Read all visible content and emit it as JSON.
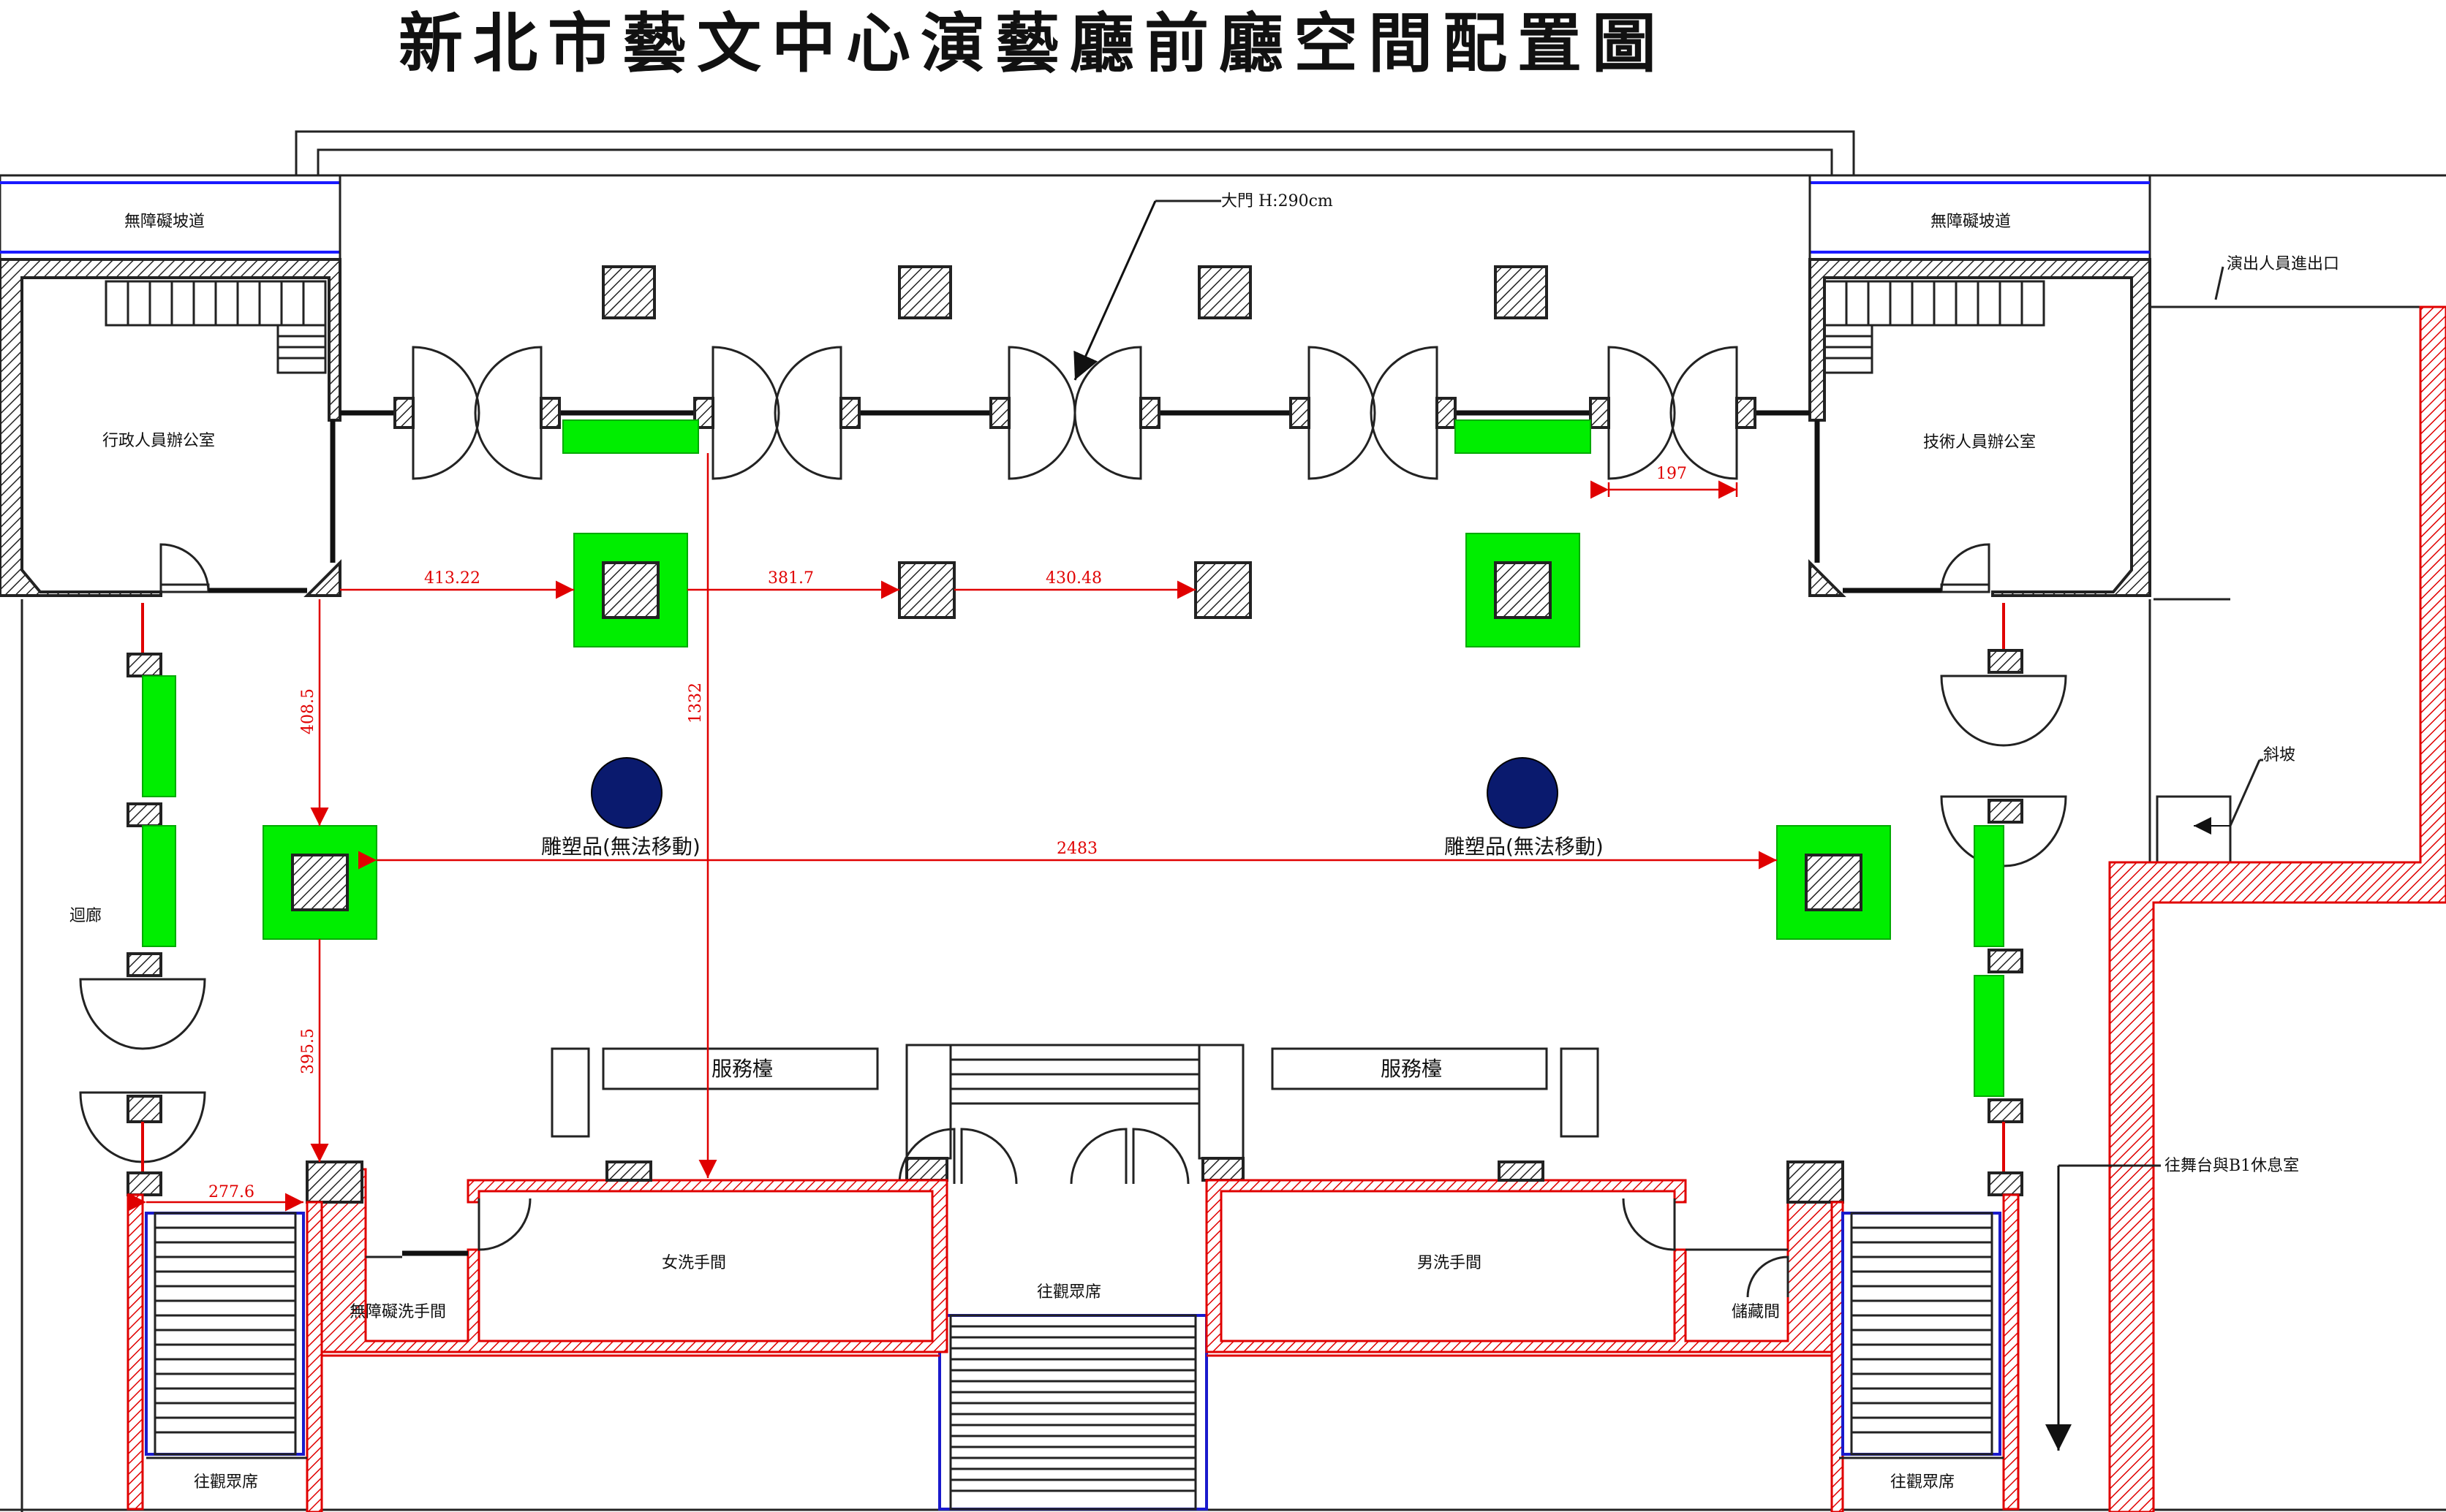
{
  "title": "新北市藝文中心演藝廳前廳空間配置圖",
  "labels": {
    "ramp_left": "無障礙坡道",
    "ramp_right": "無障礙坡道",
    "performer_exit": "演出人員進出口",
    "main_door": "大門 H:290cm",
    "admin_office": "行政人員辦公室",
    "tech_office": "技術人員辦公室",
    "corridor": "迴廊",
    "slope": "斜坡",
    "sculpture_left": "雕塑品(無法移動)",
    "sculpture_right": "雕塑品(無法移動)",
    "service_left": "服務檯",
    "service_right": "服務檯",
    "to_stage": "往舞台與B1休息室",
    "womens_restroom": "女洗手間",
    "mens_restroom": "男洗手間",
    "accessible_restroom": "無障礙洗手間",
    "storage": "儲藏間",
    "to_audience_center": "往觀眾席",
    "to_audience_left": "往觀眾席",
    "to_audience_right": "往觀眾席"
  },
  "dimensions": {
    "d_197": "197",
    "d_41322": "413.22",
    "d_3817": "381.7",
    "d_43048": "430.48",
    "d_4085": "408.5",
    "d_1332": "1332",
    "d_2483": "2483",
    "d_3955": "395.5",
    "d_2776": "277.6"
  },
  "colors": {
    "wall_hatch": "#222222",
    "dimension": "#e00000",
    "display_panel": "#00ee00",
    "sculpture": "#0a1a6e",
    "ramp_line": "#1a1aff",
    "stair_blue": "#1a1acc"
  }
}
